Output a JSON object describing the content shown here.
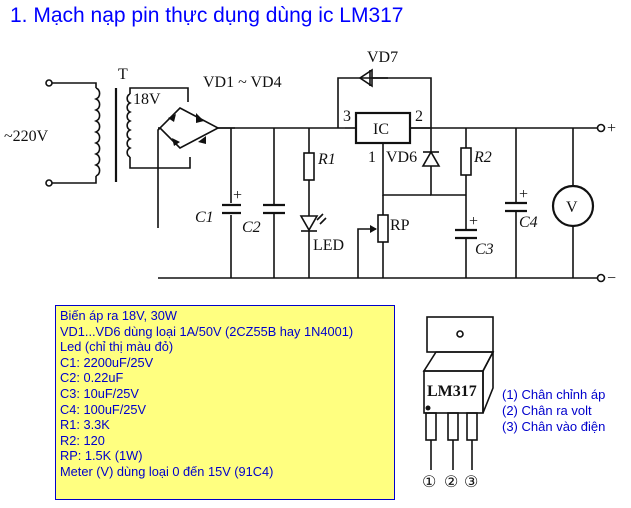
{
  "title": "1. Mạch nạp pin thực dụng dùng ic LM317",
  "schematic": {
    "labels": {
      "input_voltage": "~220V",
      "transformer": "T",
      "secondary_voltage": "18V",
      "bridge": "VD1 ~ VD4",
      "vd7": "VD7",
      "ic": "IC",
      "pin1": "1",
      "pin2": "2",
      "pin3": "3",
      "vd6": "VD6",
      "r1": "R1",
      "r2": "R2",
      "rp": "RP",
      "led": "LED",
      "c1": "C1",
      "c2": "C2",
      "c3": "C3",
      "c4": "C4",
      "meter": "V",
      "out_plus": "+",
      "out_minus": "−",
      "cap_plus": "+"
    }
  },
  "specs": [
    "Biến áp ra 18V, 30W",
    "VD1...VD6 dùng loại 1A/50V (2CZ55B hay 1N4001)",
    "Led (chỉ thị màu đỏ)",
    "C1: 2200uF/25V",
    "C2: 0.22uF",
    "C3: 10uF/25V",
    "C4: 100uF/25V",
    "R1: 3.3K",
    "R2: 120",
    "RP: 1.5K (1W)",
    "Meter (V) dùng loại 0 đến 15V (91C4)"
  ],
  "package": {
    "part": "LM317",
    "pin_numbers": [
      "①",
      "②",
      "③"
    ],
    "pin_legend": [
      "(1) Chân chỉnh áp",
      "(2) Chân ra volt",
      "(3) Chân vào điện"
    ]
  }
}
